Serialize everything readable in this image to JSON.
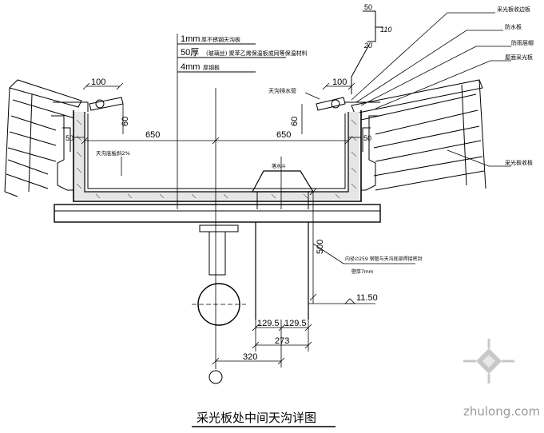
{
  "title": "采光板处中间天沟详图",
  "watermark": "zhulong.com",
  "layer_notes": {
    "line1": "1mm",
    "line1_note": "厚不锈钢天沟板",
    "line2": "50厚",
    "line2_note": "(玻璃丝) 聚苯乙烯保温板或同等保温材料",
    "line3": "4mm",
    "line3_note": "厚钢板"
  },
  "top_right_scale": {
    "a": "50",
    "b": "110",
    "c": "20"
  },
  "right_leaders": [
    "采光板收边板",
    "防水板",
    "防雨层帽",
    "屋面采光板",
    "采光板收板"
  ],
  "left_leader": "天沟底板斜2%",
  "drain_label": "天沟排水管",
  "outlet_label": "落水斗",
  "pipe_note": "内径∅259 钢管与天沟底部焊接密封",
  "pipe_note2": "壁厚7mm",
  "elevation": "11.50",
  "dims": {
    "left_100": "100",
    "right_100": "100",
    "left_60": "60",
    "right_60": "60",
    "left_650": "650",
    "right_650": "650",
    "left_50": "50",
    "right_50": "50",
    "v500": "500",
    "d129a": "129.5",
    "d129b": "129.5",
    "d273": "273",
    "d320": "320"
  }
}
